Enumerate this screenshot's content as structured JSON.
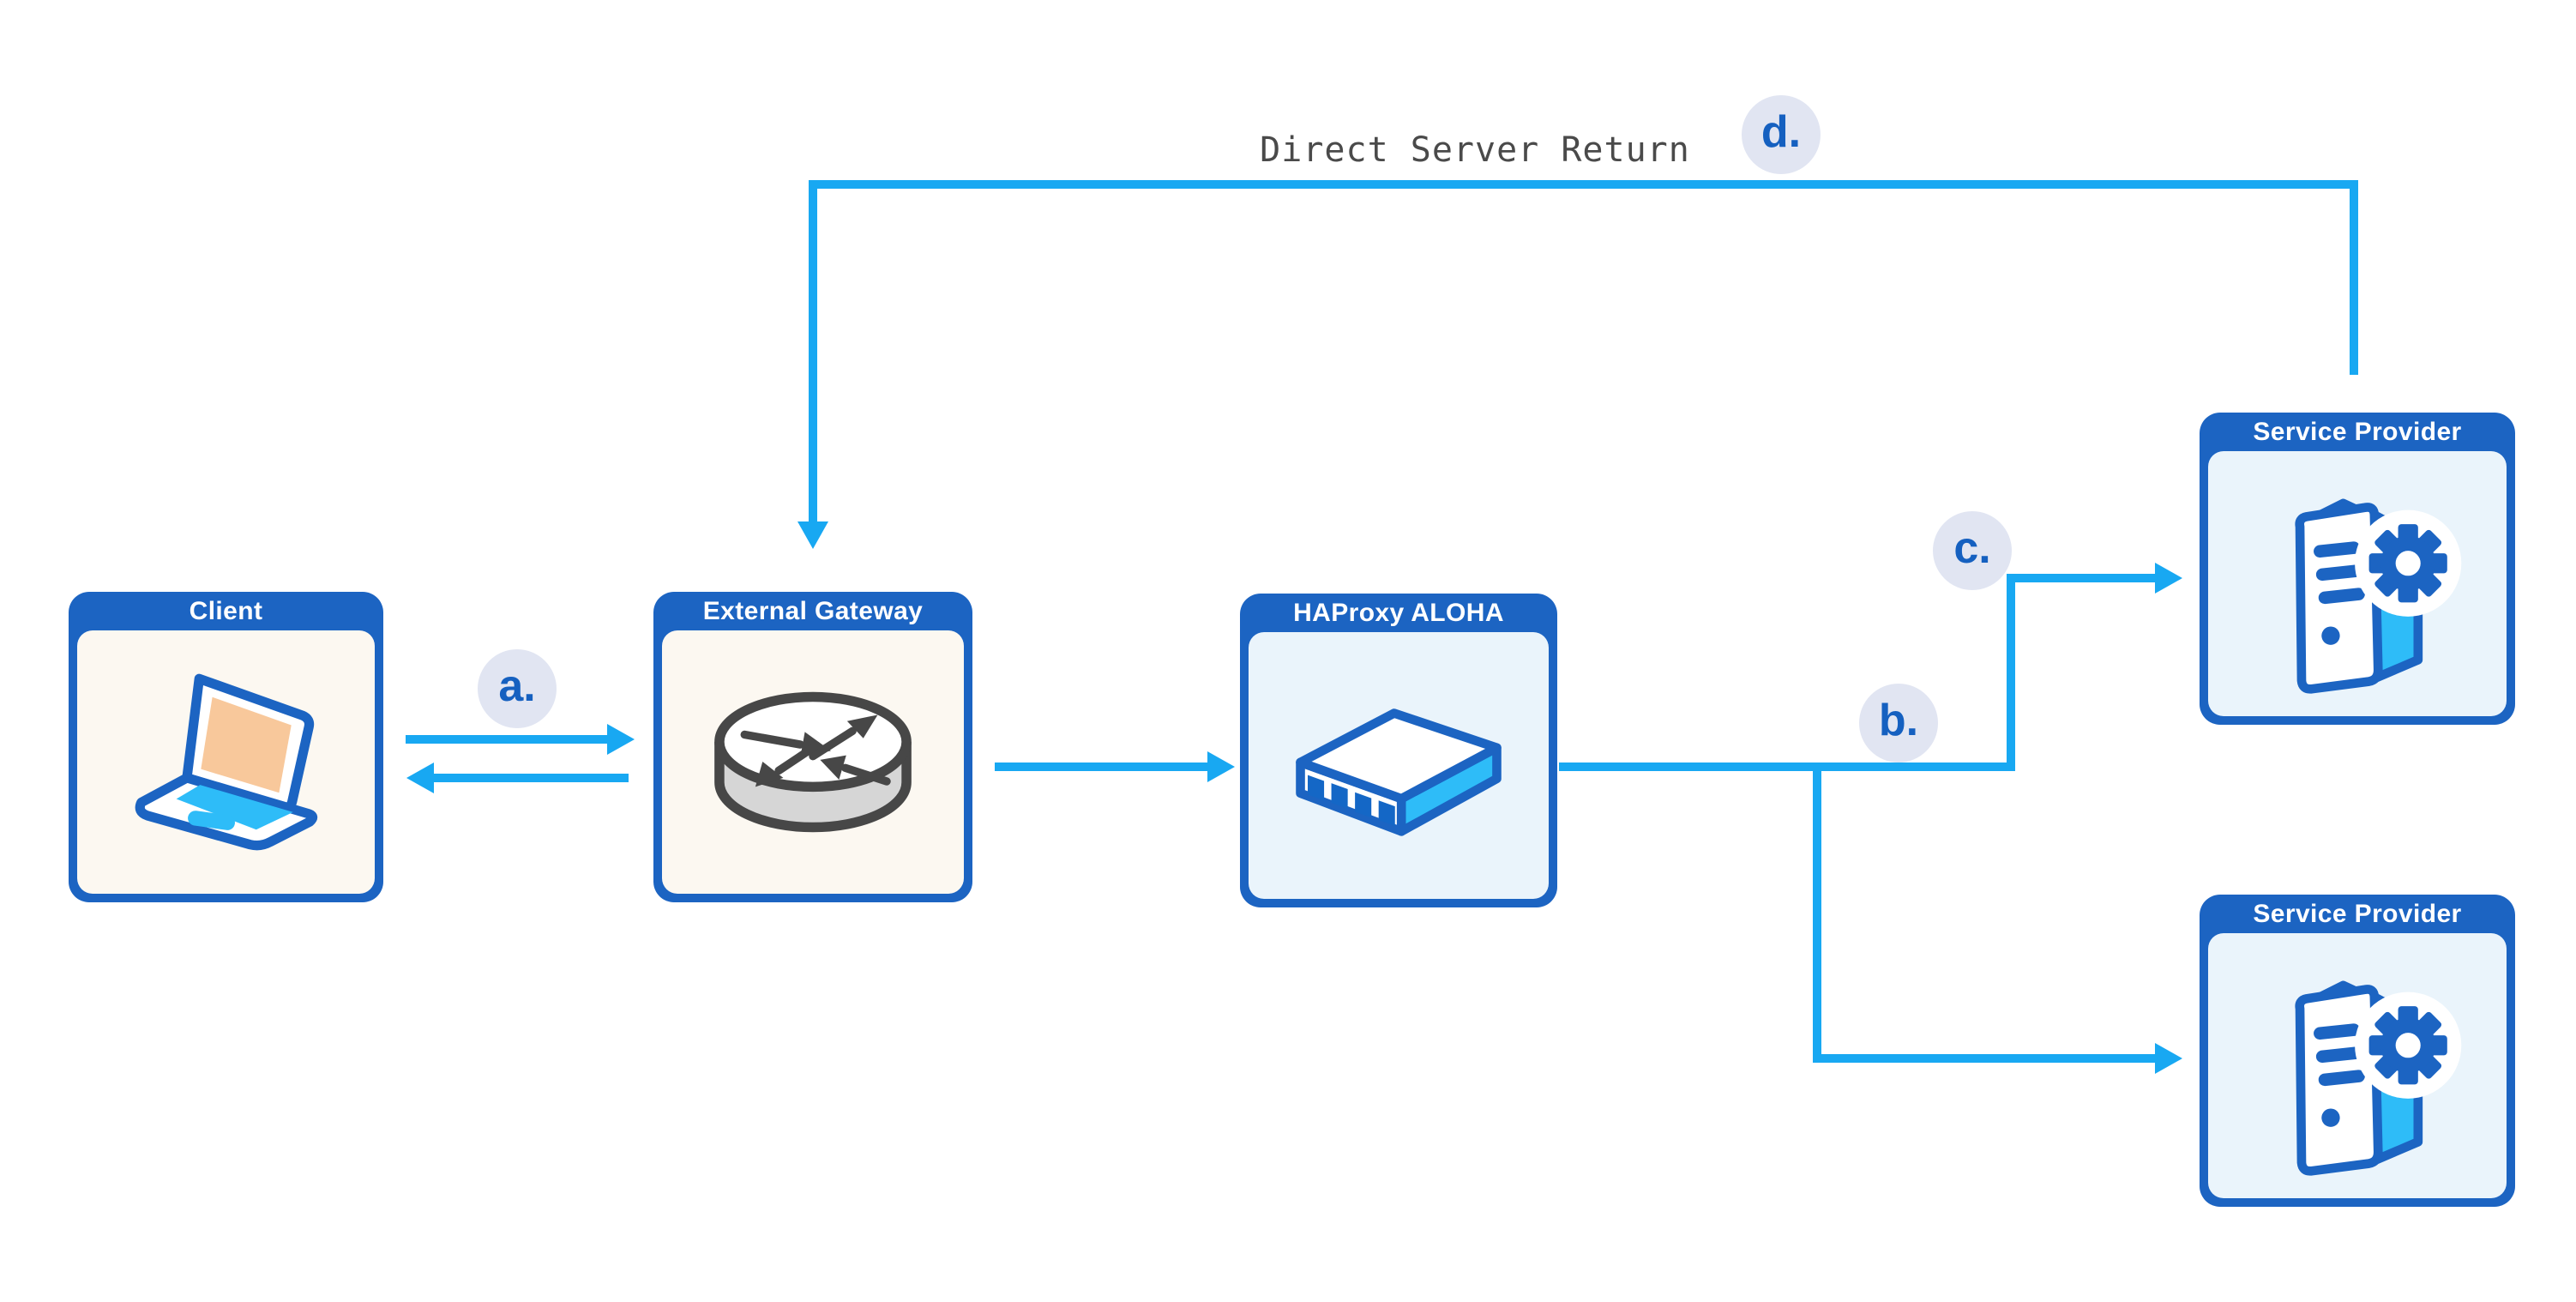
{
  "title": "HAProxy ALOHA Direct Server Return diagram",
  "colors": {
    "blue": "#1C64C2",
    "arrow": "#18A8F2",
    "cyan": "#2EBCF8",
    "port_blue": "#1467C6",
    "cream": "#FCF8F1",
    "light_blue": "#EAF4FB",
    "badge_bg": "#E1E5F2",
    "badge_text": "#1560C0",
    "annotation": "#4A4A4A",
    "router_gray": "#D6D6D6",
    "router_dark": "#474747",
    "peach": "#F8C89B"
  },
  "annotation": {
    "label": "Direct Server Return"
  },
  "nodes": [
    {
      "id": "client",
      "title": "Client",
      "icon": "laptop-icon"
    },
    {
      "id": "external-gateway",
      "title": "External Gateway",
      "icon": "router-icon"
    },
    {
      "id": "haproxy-aloha",
      "title": "HAProxy ALOHA",
      "icon": "appliance-icon"
    },
    {
      "id": "service-provider-1",
      "title": "Service Provider",
      "icon": "server-gear-icon"
    },
    {
      "id": "service-provider-2",
      "title": "Service Provider",
      "icon": "server-gear-icon"
    }
  ],
  "badges": [
    {
      "id": "a",
      "label": "a."
    },
    {
      "id": "b",
      "label": "b."
    },
    {
      "id": "c",
      "label": "c."
    },
    {
      "id": "d",
      "label": "d."
    }
  ],
  "flows": [
    {
      "id": "a",
      "description": "Client to External Gateway request and reply"
    },
    {
      "id": "b",
      "description": "HAProxy ALOHA to Service Provider 2"
    },
    {
      "id": "c",
      "description": "HAProxy ALOHA to Service Provider 1"
    },
    {
      "id": "d",
      "description": "Direct Server Return from Service Provider to External Gateway"
    }
  ]
}
